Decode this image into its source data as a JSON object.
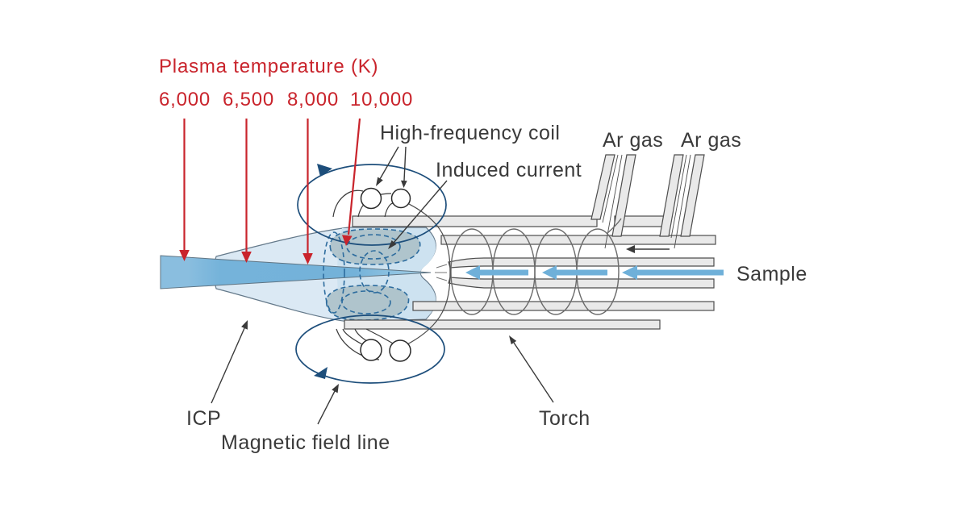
{
  "diagram": {
    "title": "Plasma temperature (K)",
    "temperature_values": [
      "6,000",
      "6,500",
      "8,000",
      "10,000"
    ],
    "labels": {
      "high_frequency_coil": "High-frequency coil",
      "induced_current": "Induced current",
      "ar_gas_left": "Ar gas",
      "ar_gas_right": "Ar gas",
      "sample": "Sample",
      "torch": "Torch",
      "icp": "ICP",
      "magnetic_field_line": "Magnetic field line"
    },
    "colors": {
      "temperature_red": "#c9242c",
      "label_text": "#3a3a3a",
      "plasma_core_blue": "#74b2d9",
      "plasma_flame_blue": "#dbe9f4",
      "induced_current_fill": "#a9bec6",
      "dashed_current_blue": "#2d6c9e",
      "magnetic_field_blue": "#1d4e7b",
      "sample_arrow_blue": "#6fb0d9",
      "tube_gray": "#e9e9e9"
    }
  }
}
